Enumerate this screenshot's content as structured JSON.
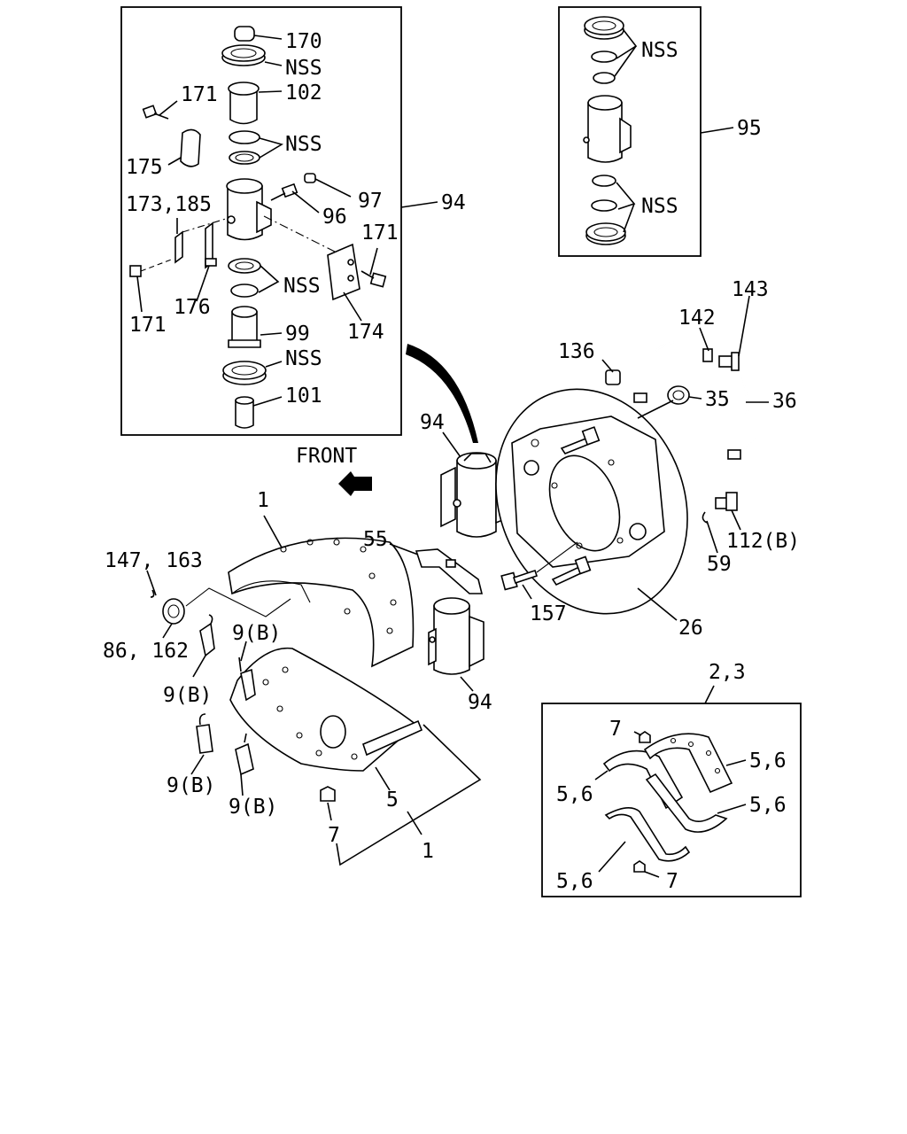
{
  "diagram": {
    "direction_label": "FRONT",
    "arrow_icon": "front-direction-arrow-icon",
    "labels": {
      "l170": "170",
      "l_nss_a": "NSS",
      "l171_a": "171",
      "l102": "102",
      "l_nss_b": "NSS",
      "l175": "175",
      "l173_185": "173,185",
      "l97": "97",
      "l96": "96",
      "l94_box": "94",
      "l171_b": "171",
      "l_nss_c": "NSS",
      "l171_c": "171",
      "l176": "176",
      "l99": "99",
      "l174": "174",
      "l_nss_d": "NSS",
      "l101": "101",
      "l_nss_e": "NSS",
      "l95": "95",
      "l_nss_f": "NSS",
      "l143": "143",
      "l142": "142",
      "l136": "136",
      "l35": "35",
      "l36": "36",
      "l94_mid": "94",
      "l112b": "112(B)",
      "l59": "59",
      "l1_top": "1",
      "l55": "55",
      "l147_163": "147, 163",
      "l157": "157",
      "l26": "26",
      "l86_162": "86, 162",
      "l9b_a": "9(B)",
      "l9b_b": "9(B)",
      "l94_low": "94",
      "l2_3": "2,3",
      "l7_a": "7",
      "l5_6_a": "5,6",
      "l5_6_b": "5,6",
      "l5_6_c": "5,6",
      "l9b_c": "9(B)",
      "l9b_d": "9(B)",
      "l5": "5",
      "l7_b": "7",
      "l1_bot": "1",
      "l5_6_d": "5,6",
      "l7_c": "7"
    }
  }
}
